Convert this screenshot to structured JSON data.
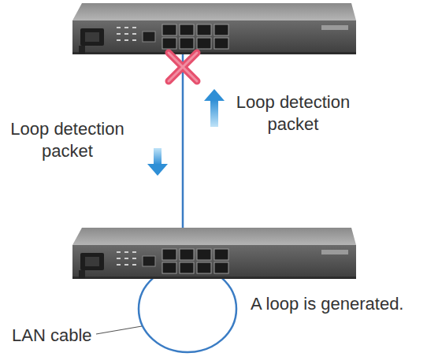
{
  "diagram": {
    "labels": [
      "Loop detection packet",
      "Loop detection packet",
      "A loop is generated.",
      "LAN cable"
    ]
  }
}
